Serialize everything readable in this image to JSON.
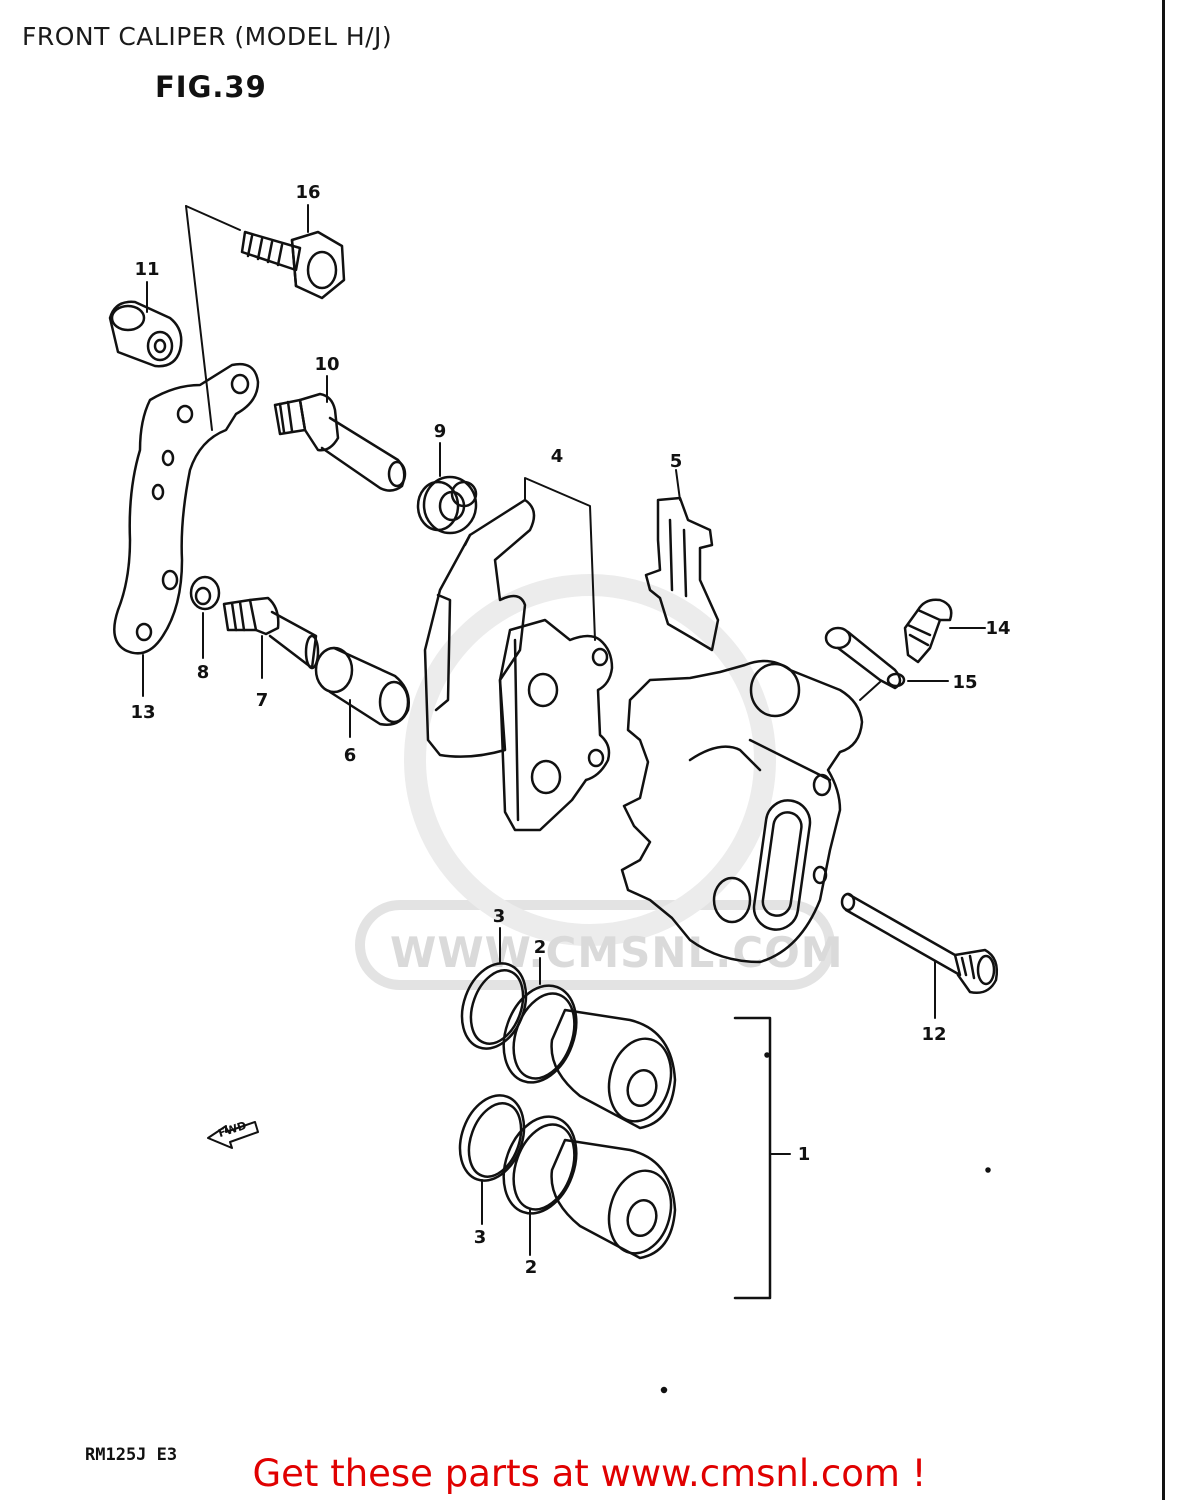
{
  "header": {
    "title": "FRONT CALIPER (MODEL H/J)",
    "figure": "FIG.39"
  },
  "watermark": {
    "text": "WWW.CMSNL.COM"
  },
  "callouts": [
    {
      "id": "16",
      "label": "16"
    },
    {
      "id": "11",
      "label": "11"
    },
    {
      "id": "10",
      "label": "10"
    },
    {
      "id": "9",
      "label": "9"
    },
    {
      "id": "4",
      "label": "4"
    },
    {
      "id": "5",
      "label": "5"
    },
    {
      "id": "14",
      "label": "14"
    },
    {
      "id": "15",
      "label": "15"
    },
    {
      "id": "13",
      "label": "13"
    },
    {
      "id": "8",
      "label": "8"
    },
    {
      "id": "7",
      "label": "7"
    },
    {
      "id": "6",
      "label": "6"
    },
    {
      "id": "3a",
      "label": "3"
    },
    {
      "id": "2a",
      "label": "2"
    },
    {
      "id": "12",
      "label": "12"
    },
    {
      "id": "1",
      "label": "1"
    },
    {
      "id": "3b",
      "label": "3"
    },
    {
      "id": "2b",
      "label": "2"
    }
  ],
  "fwd_label": "FWD",
  "footer": {
    "model_code": "RM125J E3",
    "cta": "Get these parts at www.cmsnl.com !"
  },
  "colors": {
    "line": "#111111",
    "cta": "#e00000",
    "watermark": "#dadada"
  }
}
